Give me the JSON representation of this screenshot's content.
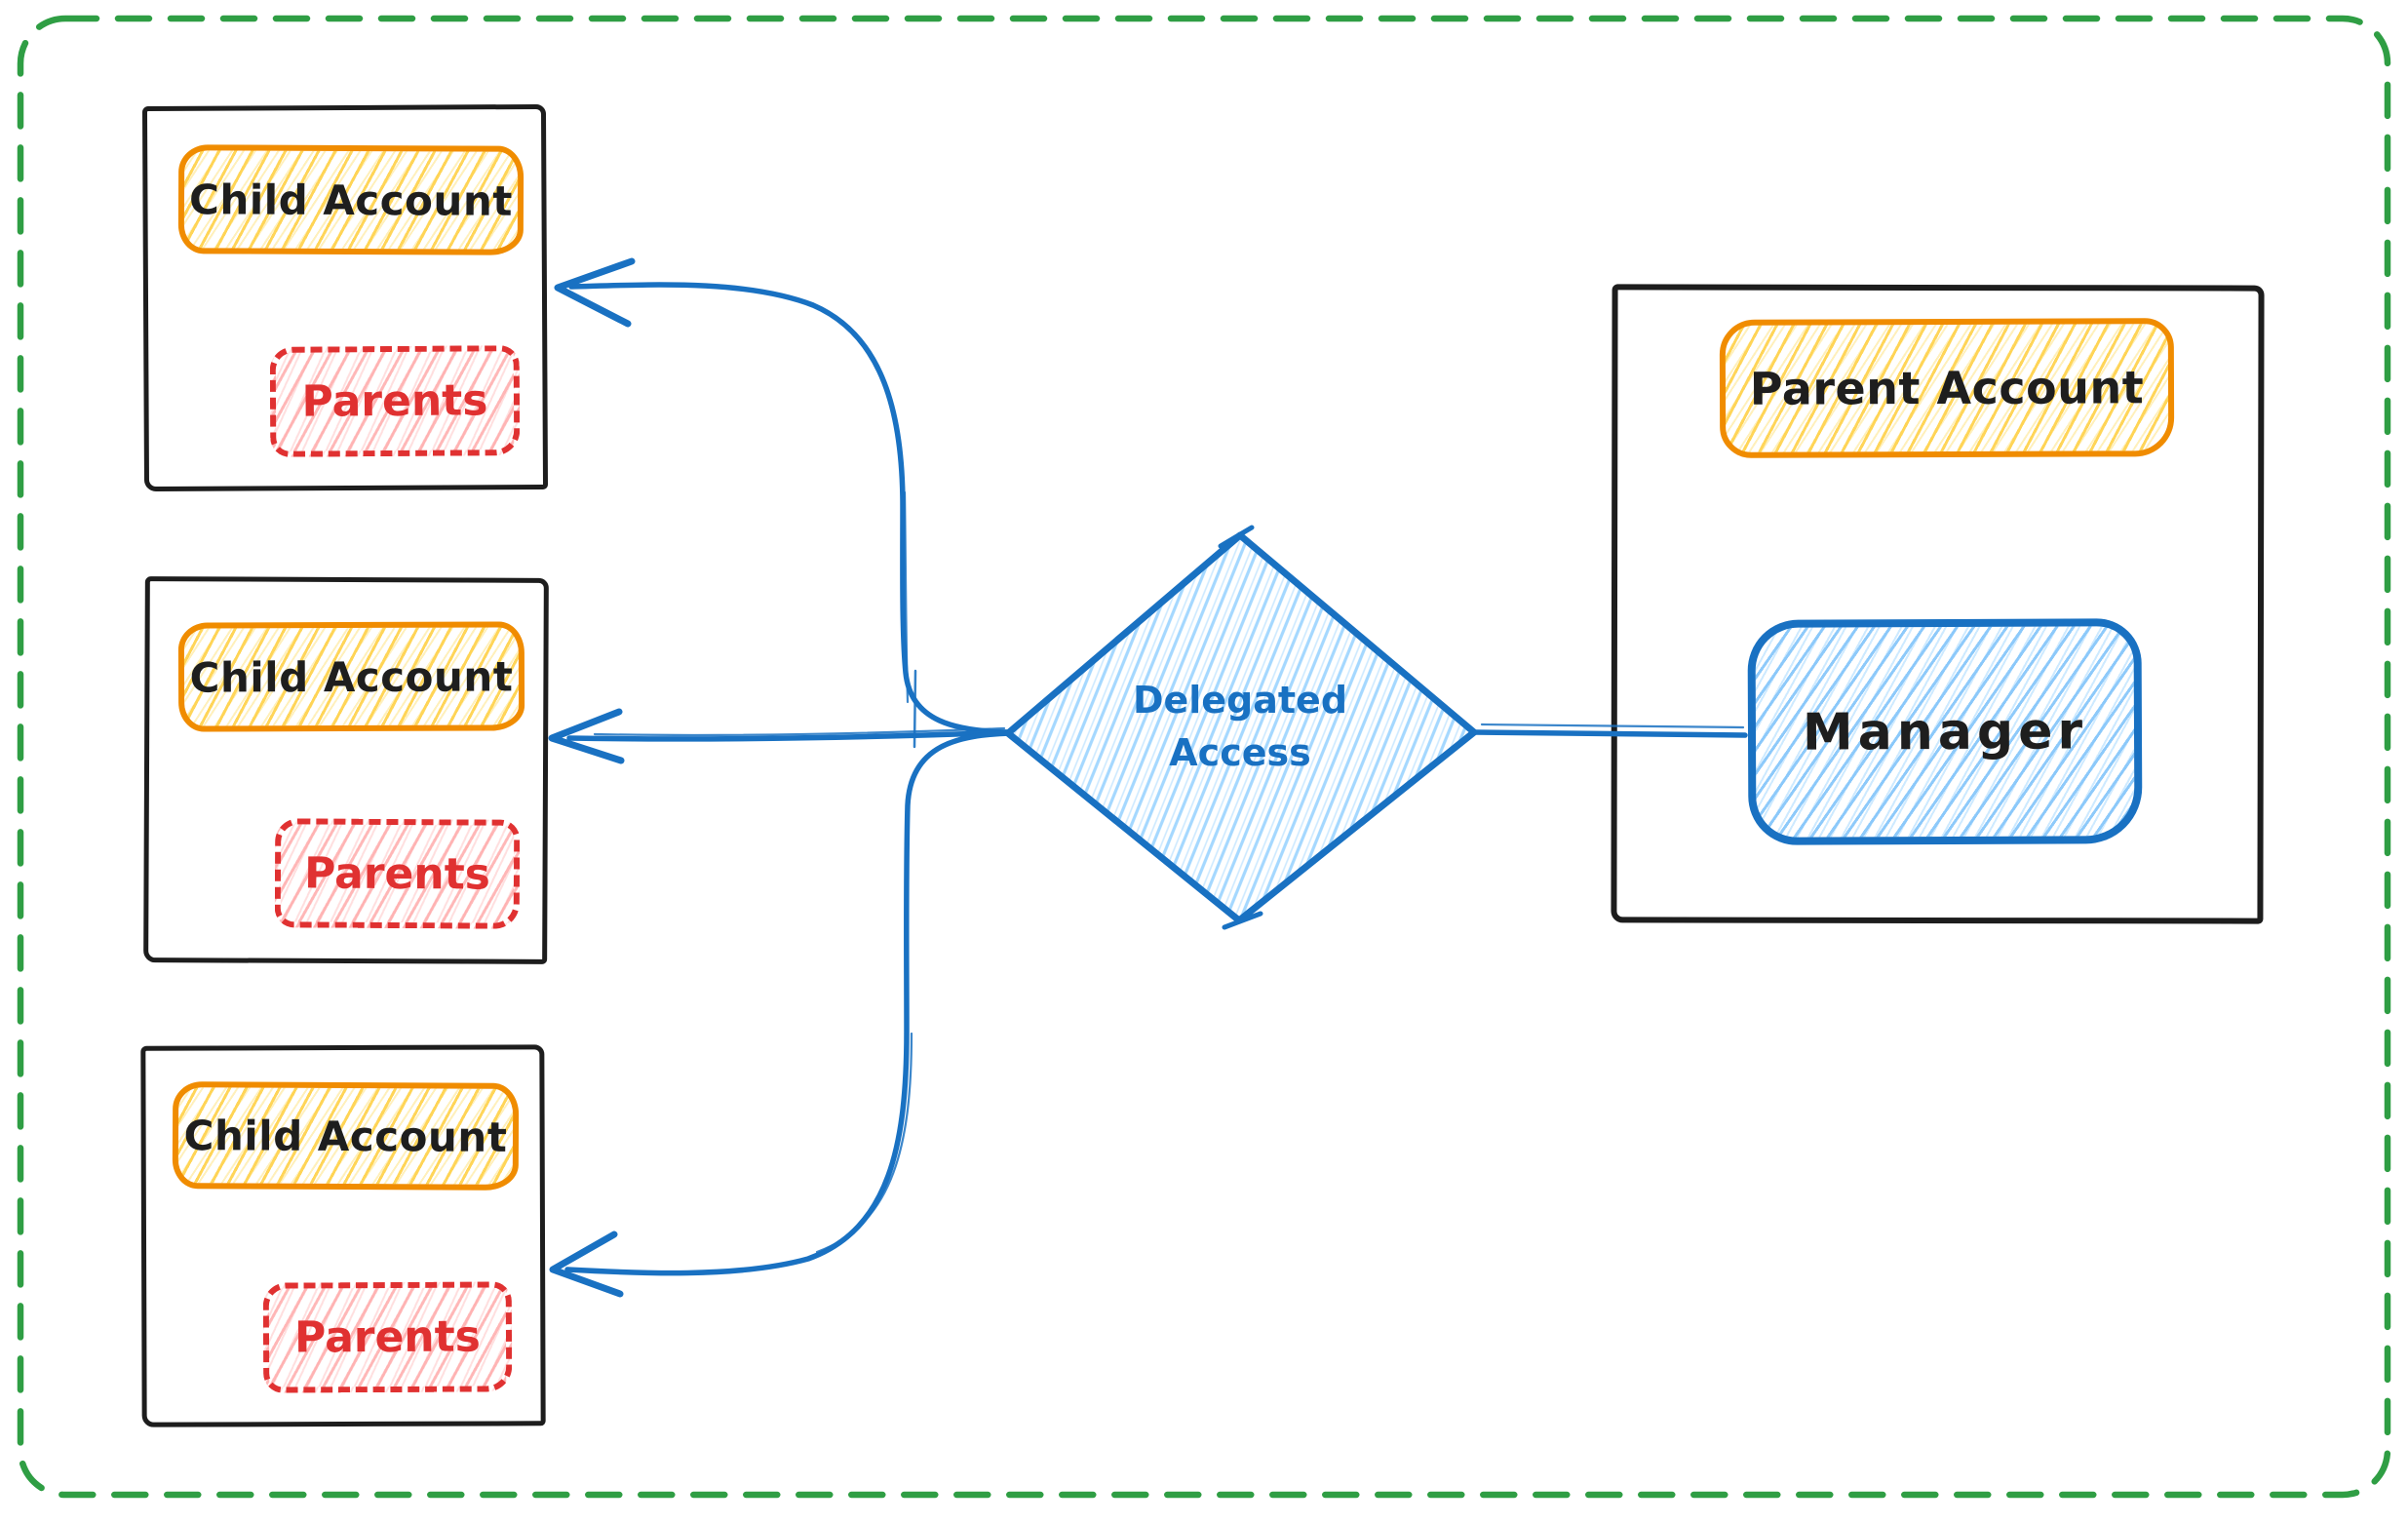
{
  "diagram": {
    "child_accounts": [
      {
        "title": "Child Account",
        "inner": "Parents"
      },
      {
        "title": "Child Account",
        "inner": "Parents"
      },
      {
        "title": "Child Account",
        "inner": "Parents"
      }
    ],
    "decision": {
      "label": "Delegated\nAccess"
    },
    "parent": {
      "title": "Parent Account",
      "manager": "Manager"
    },
    "colors": {
      "frame_green": "#2f9e44",
      "ink_black": "#1e1e1e",
      "orange_stroke": "#f08c00",
      "yellow_hatch": "#ffd43b",
      "red_stroke": "#e03131",
      "pink_hatch": "#ffc9c9",
      "blue_stroke": "#1971c2",
      "blue_hatch": "#a5d8ff"
    }
  }
}
